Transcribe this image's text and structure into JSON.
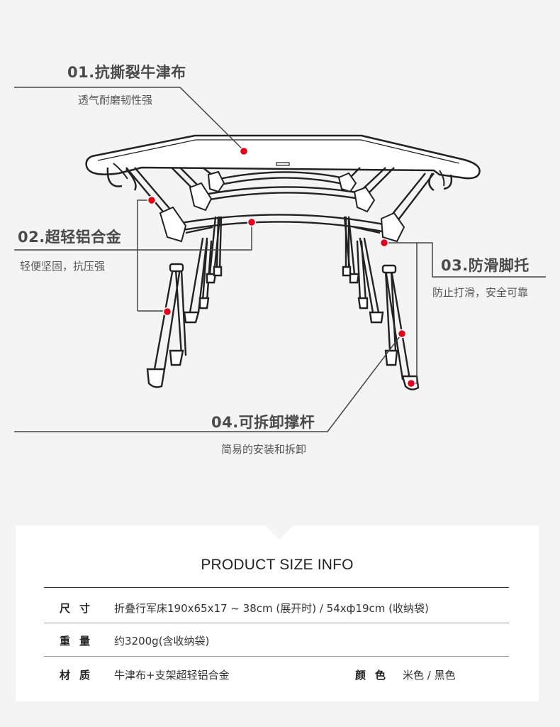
{
  "callouts": [
    {
      "title": "01.抗撕裂牛津布",
      "subtitle": "透气耐磨韧性强"
    },
    {
      "title": "02.超轻铝合金",
      "subtitle": "轻便坚固，抗压强"
    },
    {
      "title": "03.防滑脚托",
      "subtitle": "防止打滑，安全可靠"
    },
    {
      "title": "04.可拆卸撑杆",
      "subtitle": "简易的安装和拆卸"
    }
  ],
  "info": {
    "title": "PRODUCT  SIZE INFO",
    "rows": [
      {
        "label": "尺寸",
        "value": "折叠行军床190x65x17 ~ 38cm (展开时) / 54xф19cm (收纳袋)"
      },
      {
        "label": "重量",
        "value": "约3200g(含收纳袋)"
      },
      {
        "label": "材质",
        "value": "牛津布+支架超轻铝合金",
        "extra_label": "颜色",
        "extra_value": "米色 / 黑色"
      }
    ]
  },
  "colors": {
    "background": "#f4f4f4",
    "marker": "#e4001b",
    "line": "#222222",
    "panel": "#ffffff"
  }
}
